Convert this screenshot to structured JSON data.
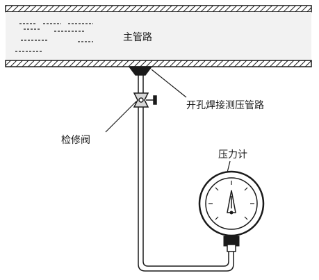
{
  "labels": {
    "main_pipe": "主管路",
    "tapping_pipe": "开孔焊接测压管路",
    "valve": "检修阀",
    "gauge": "压力计"
  },
  "colors": {
    "line": "#1a1a1a",
    "pipe_fill": "#f2f2f2",
    "background": "#ffffff"
  }
}
